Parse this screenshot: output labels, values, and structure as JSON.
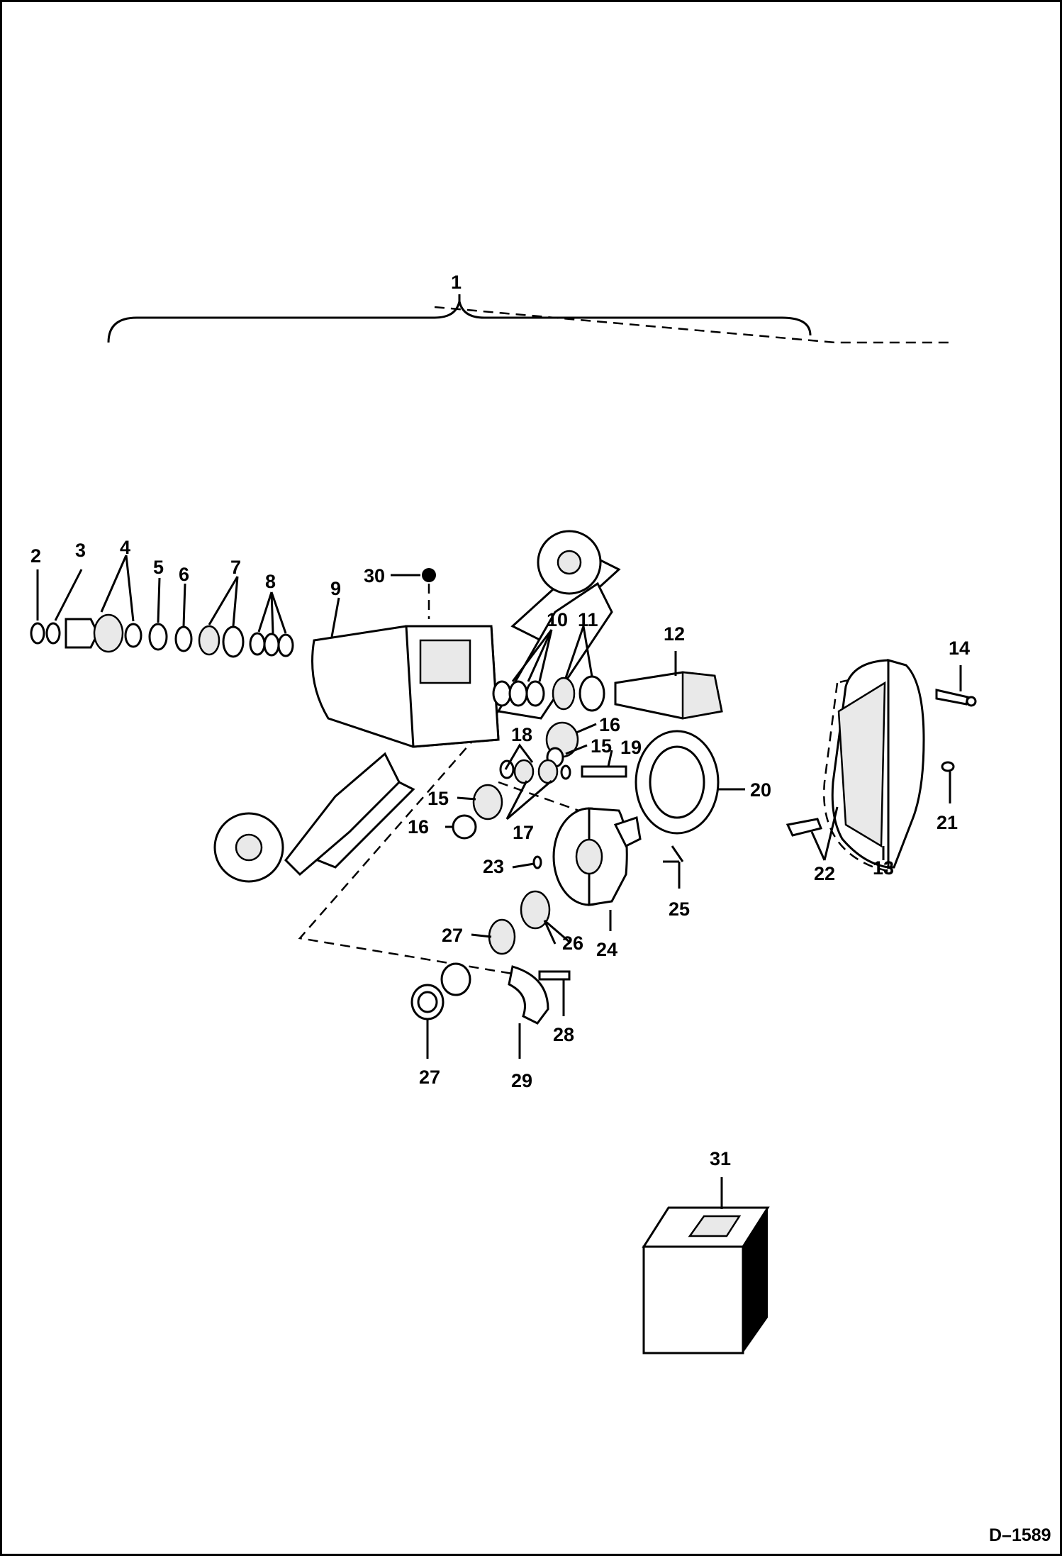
{
  "drawing_code": "D–1589",
  "labels": {
    "l1": "1",
    "l2": "2",
    "l3": "3",
    "l4": "4",
    "l5": "5",
    "l6": "6",
    "l7": "7",
    "l8": "8",
    "l9": "9",
    "l10": "10",
    "l11": "11",
    "l12": "12",
    "l13": "13",
    "l14": "14",
    "l15a": "15",
    "l15b": "15",
    "l16a": "16",
    "l16b": "16",
    "l17": "17",
    "l18": "18",
    "l19": "19",
    "l20": "20",
    "l21": "21",
    "l22": "22",
    "l23": "23",
    "l24": "24",
    "l25": "25",
    "l26": "26",
    "l27a": "27",
    "l27b": "27",
    "l28": "28",
    "l29": "29",
    "l30": "30",
    "l31": "31"
  }
}
